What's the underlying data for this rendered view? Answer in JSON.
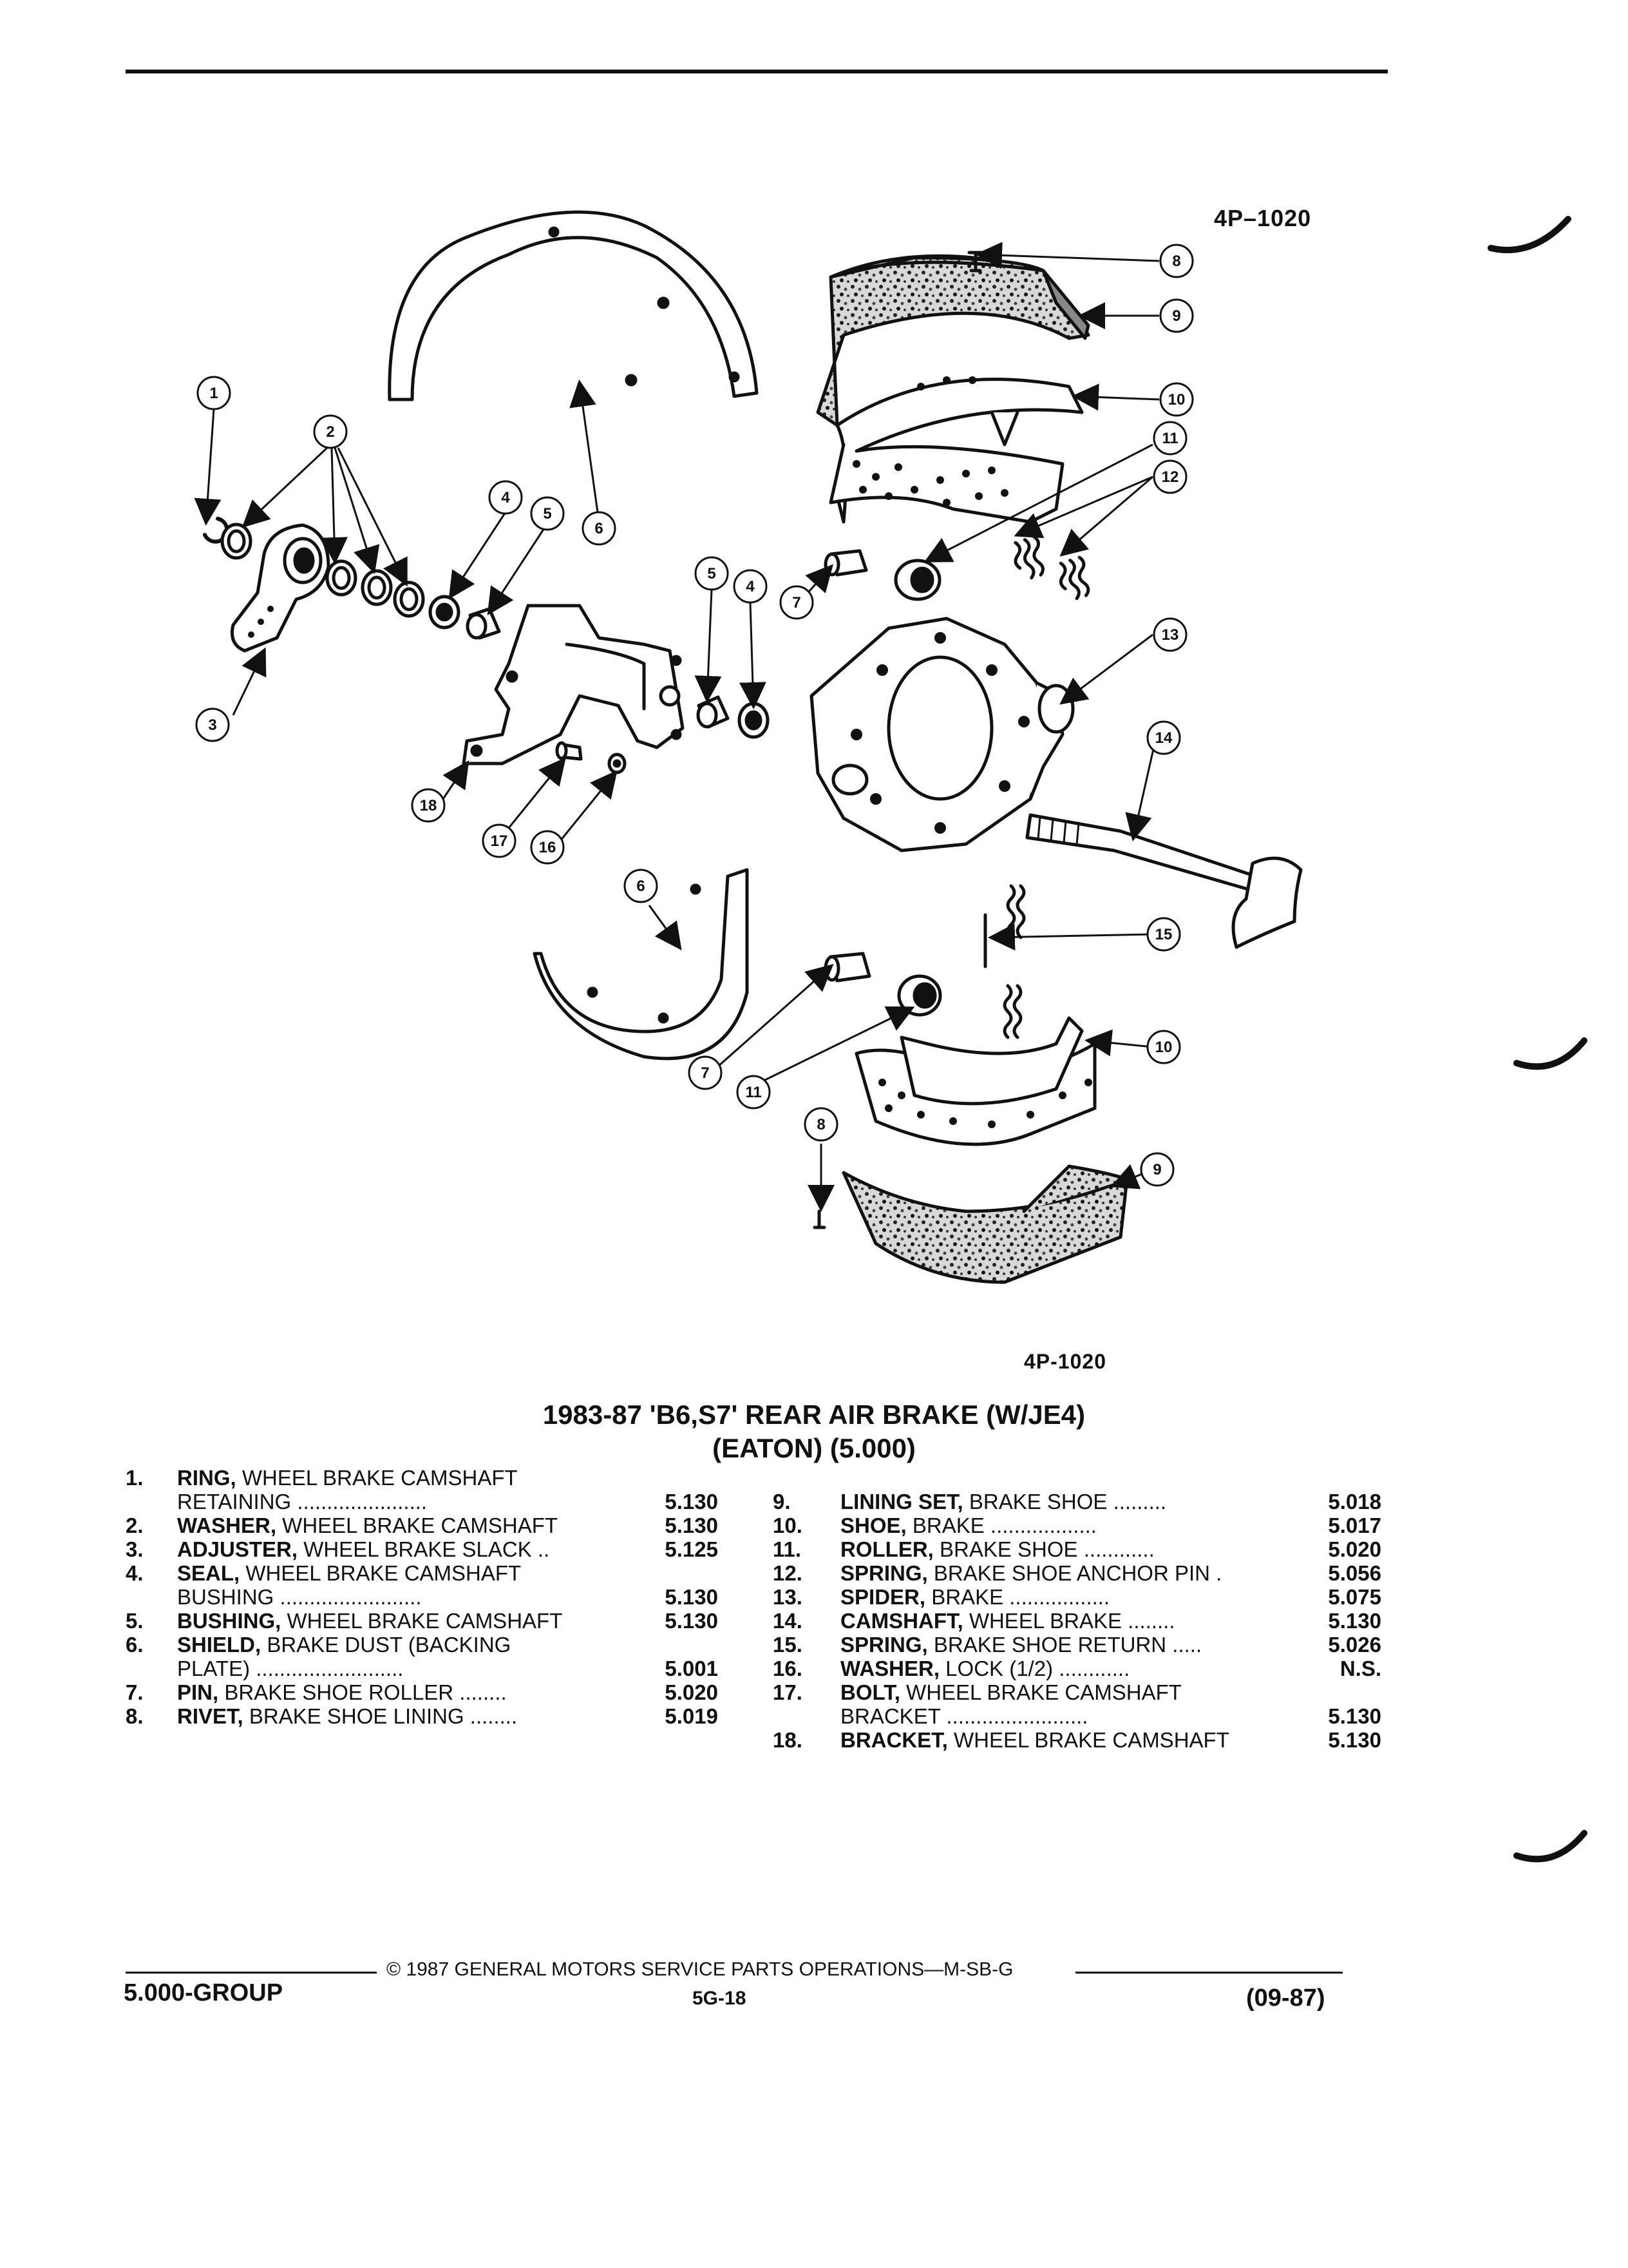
{
  "figure_id_top": "4P–1020",
  "figure_id_bottom": "4P-1020",
  "title": {
    "line1": "1983-87 'B6,S7' REAR AIR BRAKE (W/JE4)",
    "line2": "(EATON) (5.000)"
  },
  "callouts": [
    "1",
    "2",
    "3",
    "4",
    "5",
    "6",
    "7",
    "8",
    "9",
    "10",
    "11",
    "12",
    "13",
    "14",
    "15",
    "16",
    "17",
    "18"
  ],
  "legend_left": [
    {
      "num": "1.",
      "name": "RING,",
      "rest": " WHEEL BRAKE CAMSHAFT",
      "pno": ""
    },
    {
      "num": "",
      "name": "",
      "rest": "RETAINING ......................",
      "pno": "5.130"
    },
    {
      "num": "2.",
      "name": "WASHER,",
      "rest": " WHEEL BRAKE CAMSHAFT",
      "pno": "5.130"
    },
    {
      "num": "3.",
      "name": "ADJUSTER,",
      "rest": " WHEEL BRAKE SLACK ..",
      "pno": "5.125"
    },
    {
      "num": "4.",
      "name": "SEAL,",
      "rest": " WHEEL BRAKE CAMSHAFT",
      "pno": ""
    },
    {
      "num": "",
      "name": "",
      "rest": "BUSHING ........................",
      "pno": "5.130"
    },
    {
      "num": "5.",
      "name": "BUSHING,",
      "rest": " WHEEL BRAKE CAMSHAFT",
      "pno": "5.130"
    },
    {
      "num": "6.",
      "name": "SHIELD,",
      "rest": " BRAKE DUST (BACKING",
      "pno": ""
    },
    {
      "num": "",
      "name": "",
      "rest": "PLATE) .........................",
      "pno": "5.001"
    },
    {
      "num": "7.",
      "name": "PIN,",
      "rest": " BRAKE SHOE ROLLER ........",
      "pno": "5.020"
    },
    {
      "num": "8.",
      "name": "RIVET,",
      "rest": " BRAKE SHOE LINING ........",
      "pno": "5.019"
    }
  ],
  "legend_right": [
    {
      "num": "9.",
      "name": "LINING SET,",
      "rest": " BRAKE SHOE .........",
      "pno": "5.018"
    },
    {
      "num": "10.",
      "name": "SHOE,",
      "rest": " BRAKE ..................",
      "pno": "5.017"
    },
    {
      "num": "11.",
      "name": "ROLLER,",
      "rest": " BRAKE SHOE ............",
      "pno": "5.020"
    },
    {
      "num": "12.",
      "name": "SPRING,",
      "rest": " BRAKE SHOE ANCHOR PIN .",
      "pno": "5.056"
    },
    {
      "num": "13.",
      "name": "SPIDER,",
      "rest": " BRAKE .................",
      "pno": "5.075"
    },
    {
      "num": "14.",
      "name": "CAMSHAFT,",
      "rest": " WHEEL BRAKE ........",
      "pno": "5.130"
    },
    {
      "num": "15.",
      "name": "SPRING,",
      "rest": " BRAKE SHOE RETURN .....",
      "pno": "5.026"
    },
    {
      "num": "16.",
      "name": "WASHER,",
      "rest": " LOCK (1/2) ............",
      "pno": "N.S."
    },
    {
      "num": "17.",
      "name": "BOLT,",
      "rest": " WHEEL BRAKE CAMSHAFT",
      "pno": ""
    },
    {
      "num": "",
      "name": "",
      "rest": "BRACKET ........................",
      "pno": "5.130"
    },
    {
      "num": "18.",
      "name": "BRACKET,",
      "rest": " WHEEL BRAKE CAMSHAFT",
      "pno": "5.130"
    }
  ],
  "footer": {
    "copyright": "©  1987  GENERAL MOTORS SERVICE PARTS OPERATIONS—M-SB-G",
    "group": "5.000-GROUP",
    "page": "5G-18",
    "date": "(09-87)"
  }
}
